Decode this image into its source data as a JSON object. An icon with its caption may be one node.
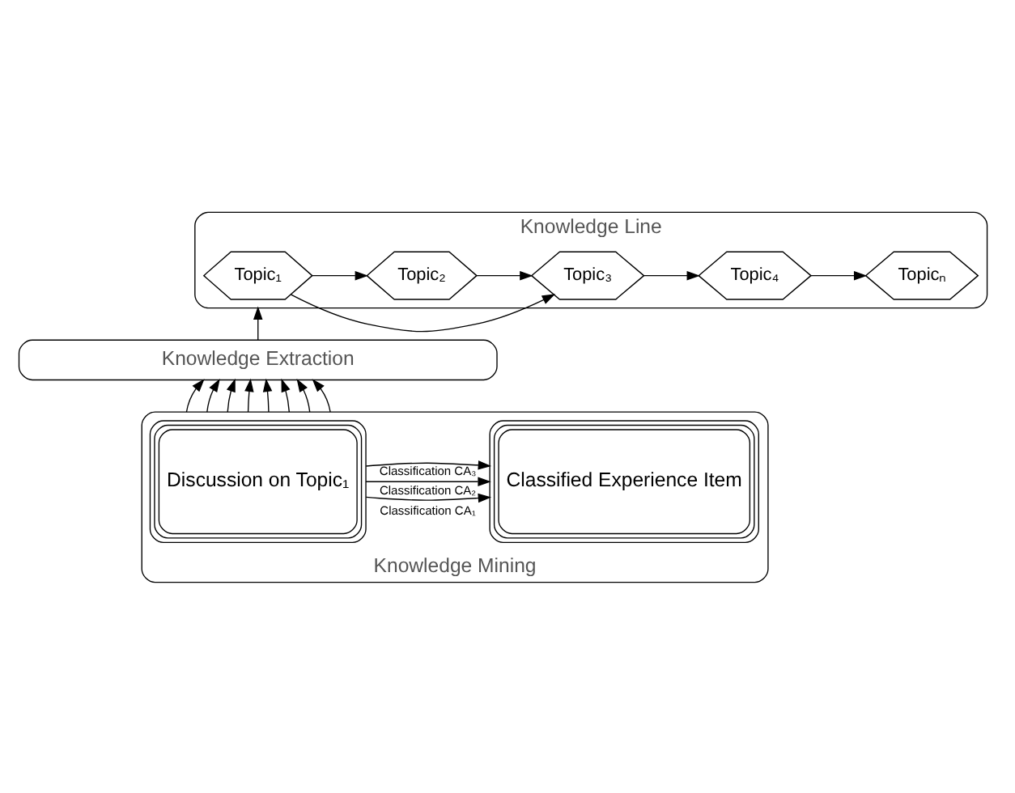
{
  "diagram": {
    "nodes": [
      {
        "text": [
          "Knowledge Line"
        ]
      },
      {
        "text": [
          "Topic₁"
        ],
        "in": 0
      },
      {
        "text": [
          "Topic₂"
        ],
        "in": 0
      },
      {
        "text": [
          "Topic₃"
        ],
        "in": 0
      },
      {
        "text": [
          "Topic₄"
        ],
        "in": 0
      },
      {
        "text": [
          "Topicₙ"
        ],
        "in": 0
      },
      {
        "text": [
          "Knowledge Extraction"
        ]
      },
      {
        "text": [
          "Knowledge Mining"
        ]
      },
      {
        "text": [
          "Discussion on Topic₁"
        ],
        "in": 7
      },
      {
        "text": [
          "Classified Experience Item"
        ],
        "in": 7
      }
    ],
    "edges": [
      {
        "from": 1,
        "to": 3,
        "arrow": "to"
      },
      {
        "from": 1,
        "to": 2,
        "arrow": "to"
      },
      {
        "from": 2,
        "to": 3,
        "arrow": "to"
      },
      {
        "from": 3,
        "to": 4,
        "arrow": "to"
      },
      {
        "from": 4,
        "to": 5,
        "arrow": "to"
      },
      {
        "from": 6,
        "to": 0,
        "arrow": "to"
      },
      {
        "from": 7,
        "to": 6,
        "arrow": "to"
      },
      {
        "from": 7,
        "to": 6,
        "arrow": "to"
      },
      {
        "from": 7,
        "to": 6,
        "arrow": "to"
      },
      {
        "from": 7,
        "to": 6,
        "arrow": "to"
      },
      {
        "from": 7,
        "to": 6,
        "arrow": "to"
      },
      {
        "from": 7,
        "to": 6,
        "arrow": "to"
      },
      {
        "from": 7,
        "to": 6,
        "arrow": "to"
      },
      {
        "from": 7,
        "to": 6,
        "arrow": "to"
      },
      {
        "from": 8,
        "to": 9,
        "label": "Classification CA₁",
        "arrow": "to"
      },
      {
        "from": 8,
        "to": 9,
        "label": "Classification CA₂",
        "arrow": "to"
      },
      {
        "from": 8,
        "to": 9,
        "label": "Classification CA₃",
        "arrow": "to"
      }
    ]
  }
}
